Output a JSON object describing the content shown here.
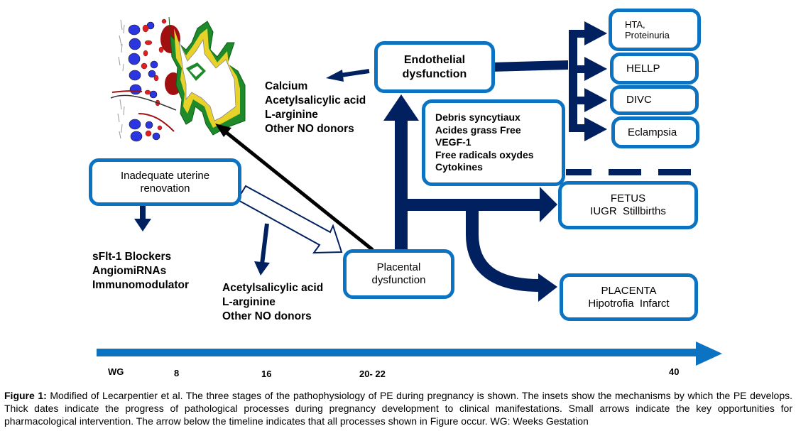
{
  "colors": {
    "box_border": "#0b73c2",
    "arrow_dark": "#002060",
    "timeline": "#0b73c2",
    "black_arrow": "#000000"
  },
  "nodes": {
    "endothelial": "Endothelial dysfunction",
    "endothelial_lines": [
      "Endothelial",
      "dysfunction"
    ],
    "inadequate_lines": [
      "Inadequate uterine",
      "renovation"
    ],
    "placental_lines": [
      "Placental",
      "dysfunction"
    ],
    "factors": [
      "Debris syncytiaux",
      "Acides grass Free",
      "VEGF-1",
      "Free radicals oxydes",
      "Cytokines"
    ],
    "outcomes": [
      {
        "lines": [
          "HTA,",
          "Proteinuria"
        ]
      },
      {
        "lines": [
          "HELLP"
        ]
      },
      {
        "lines": [
          "DIVC"
        ]
      },
      {
        "lines": [
          "Eclampsia"
        ]
      }
    ],
    "fetus_lines": [
      "FETUS",
      "IUGR  Stillbirths"
    ],
    "placenta_lines": [
      "PLACENTA",
      "Hipotrofia  Infarct"
    ]
  },
  "interventions": {
    "endothelial": [
      "Calcium",
      "Acetylsalicylic acid",
      "L-arginine",
      "Other NO donors"
    ],
    "uterine": [
      "sFlt-1 Blockers",
      "AngiomiRNAs",
      "Immunomodulator"
    ],
    "placental": [
      "Acetylsalicylic acid",
      "L-arginine",
      "Other NO donors"
    ]
  },
  "timeline": {
    "label": "WG",
    "ticks": [
      "8",
      "16",
      "20- 22",
      "40"
    ]
  },
  "illustration": {
    "description": "placental villus tissue illustration",
    "legend": "maternal blood cells and trophoblast"
  },
  "caption": {
    "label": "Figure 1:",
    "text": " Modified of Lecarpentier et al. The three stages of the pathophysiology of PE during pregnancy is shown. The insets show the mechanisms by which the PE develops. Thick dates indicate the progress of pathological processes during pregnancy development to clinical manifestations. Small arrows indicate the key opportunities for pharmacological intervention. The arrow below the timeline indicates that all processes shown in Figure occur. WG:  Weeks Gestation"
  }
}
